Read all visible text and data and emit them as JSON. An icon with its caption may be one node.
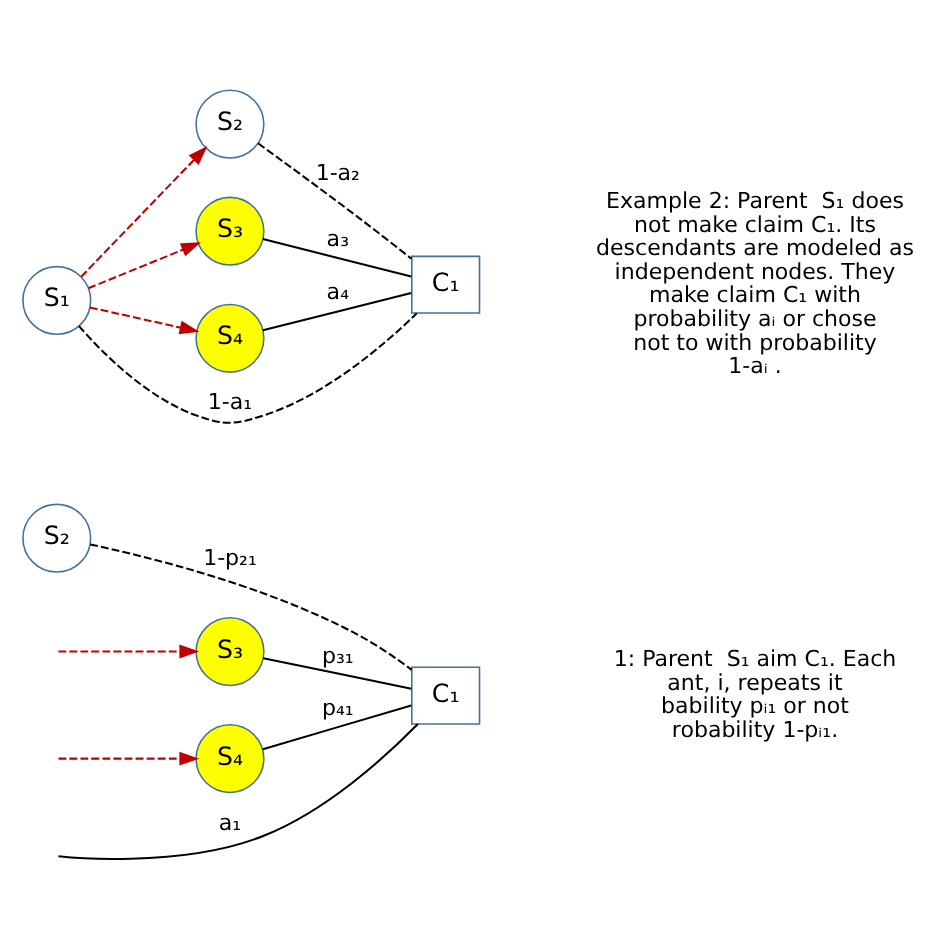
{
  "diagram": {
    "nodes": [
      {
        "text": [
          "S₂"
        ]
      },
      {
        "text": [
          "C₁"
        ]
      },
      {
        "text": [
          "S₃"
        ]
      },
      {
        "text": [
          "S₄"
        ]
      },
      {
        "text": [
          "S₂"
        ]
      },
      {
        "text": [
          "S₁"
        ]
      },
      {
        "text": [
          "S₃"
        ]
      },
      {
        "text": [
          "S₄"
        ]
      },
      {
        "text": [
          "C₁"
        ]
      }
    ],
    "edges": [
      {
        "from": 0,
        "to": 1,
        "arrow": "none",
        "label": "1-p₂₁",
        "style": "dashed"
      },
      {
        "from": null,
        "to": 1,
        "arrow": "none",
        "label": "a₁"
      },
      {
        "from": 2,
        "to": 1,
        "arrow": "none",
        "label": "p₃₁"
      },
      {
        "from": 3,
        "to": 1,
        "arrow": "none",
        "label": "p₄₁"
      },
      {
        "from": null,
        "to": 2,
        "arrow": "to",
        "style": "dashed",
        "color": "#c00000"
      },
      {
        "from": null,
        "to": 3,
        "arrow": "to",
        "style": "dashed",
        "color": "#c00000"
      },
      {
        "from": 5,
        "to": 4,
        "arrow": "to",
        "style": "dashed",
        "color": "#c00000"
      },
      {
        "from": 4,
        "to": 8,
        "arrow": "none",
        "label": "1-a₂",
        "style": "dashed"
      },
      {
        "from": 5,
        "to": 8,
        "arrow": "none",
        "label": "1-a₁",
        "style": "dashed"
      },
      {
        "from": 5,
        "to": 6,
        "arrow": "to",
        "style": "dashed",
        "color": "#c00000"
      },
      {
        "from": 6,
        "to": 8,
        "arrow": "none",
        "label": "a₃"
      },
      {
        "from": 5,
        "to": 7,
        "arrow": "to",
        "style": "dashed",
        "color": "#c00000"
      },
      {
        "from": 7,
        "to": 8,
        "arrow": "none",
        "label": "a₄"
      }
    ],
    "labels": [
      "1: Parent  S₁ aim C₁. Each ant, i, repeats it bability pᵢ₁ or not robability 1-pᵢ₁.",
      "Example 2: Parent  S₁ does not make claim C₁. Its descendants are modeled as independent nodes. They make claim C₁ with probability aᵢ or chose not to with probability 1-aᵢ ."
    ]
  }
}
